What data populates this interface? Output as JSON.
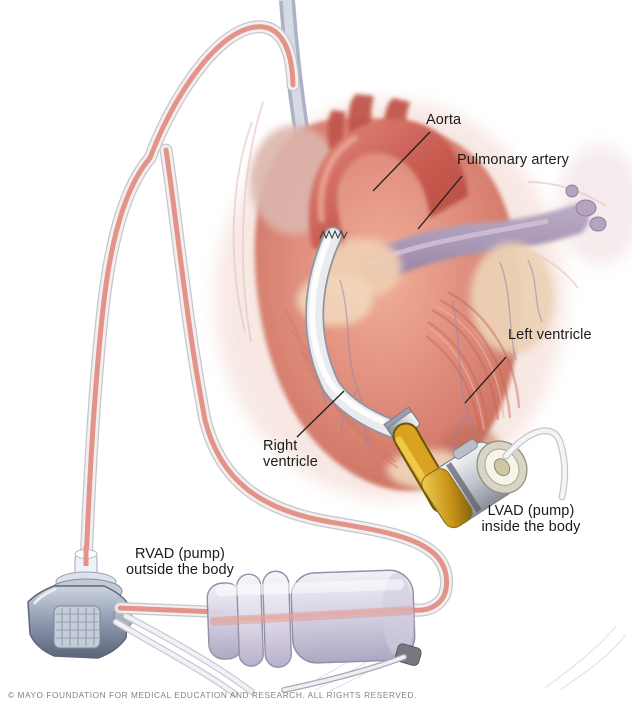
{
  "illustration": {
    "description": "Biventricular assist devices: heart with LVAD implanted inside the body and RVAD pump outside the body",
    "labels": {
      "aorta": "Aorta",
      "pulmonary_artery": "Pulmonary artery",
      "left_ventricle": "Left ventricle",
      "right_ventricle_line1": "Right",
      "right_ventricle_line2": "ventricle",
      "lvad_line1": "LVAD (pump)",
      "lvad_line2": "inside the body",
      "rvad_line1": "RVAD (pump)",
      "rvad_line2": "outside the body"
    },
    "colors": {
      "background": "#ffffff",
      "heart_muscle": "#e2917f",
      "heart_shadow": "#c76e60",
      "fat_tissue": "#f0d6b8",
      "aorta_red": "#c5574d",
      "pulmonary_purple": "#a593b2",
      "vein_lavender": "#9186b2",
      "cannula_white": "#e9ebef",
      "gold_tube": "#d9a21f",
      "device_gold": "#c2a14a",
      "device_silver": "#b9bfc9",
      "blood_tube_pink": "#e2948a",
      "rvad_steel_blue": "#8e9ab0",
      "pump_lavender": "#d5d0e2",
      "leader_line": "#1f1f1f",
      "label_text": "#1b1b1b",
      "copyright_text": "#828282"
    }
  },
  "footer": {
    "copyright": "© MAYO FOUNDATION FOR MEDICAL EDUCATION AND RESEARCH. ALL RIGHTS RESERVED."
  }
}
